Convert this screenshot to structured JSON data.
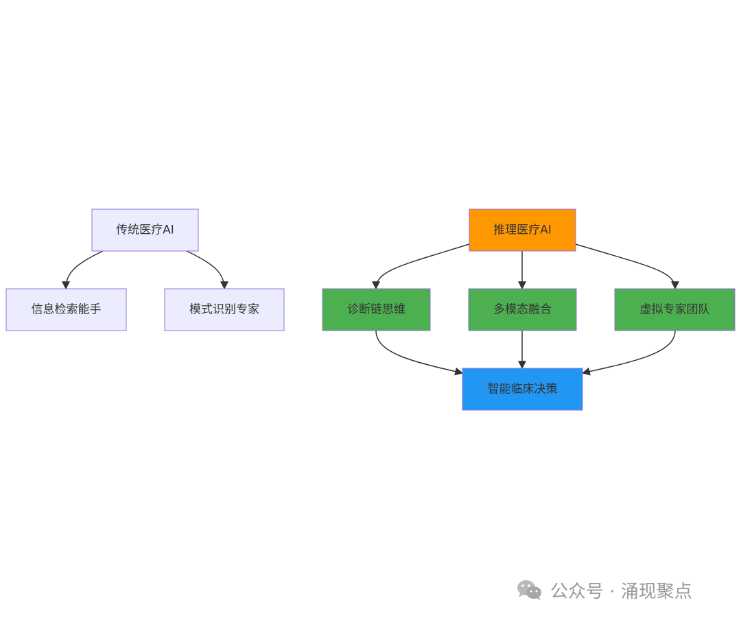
{
  "nodes": {
    "traditional": {
      "label": "传统医疗AI",
      "fill": "#ECECFF"
    },
    "info_retrieval": {
      "label": "信息检索能手",
      "fill": "#ECECFF"
    },
    "pattern_recognition": {
      "label": "模式识别专家",
      "fill": "#ECECFF"
    },
    "reasoning": {
      "label": "推理医疗AI",
      "fill": "#FF9800"
    },
    "diagnostic_chain": {
      "label": "诊断链思维",
      "fill": "#4CAF50"
    },
    "multimodal": {
      "label": "多模态融合",
      "fill": "#4CAF50"
    },
    "virtual_team": {
      "label": "虚拟专家团队",
      "fill": "#4CAF50"
    },
    "clinical_decision": {
      "label": "智能临床决策",
      "fill": "#2196F3"
    }
  },
  "edges": [
    {
      "from": "traditional",
      "to": "info_retrieval"
    },
    {
      "from": "traditional",
      "to": "pattern_recognition"
    },
    {
      "from": "reasoning",
      "to": "diagnostic_chain"
    },
    {
      "from": "reasoning",
      "to": "multimodal"
    },
    {
      "from": "reasoning",
      "to": "virtual_team"
    },
    {
      "from": "diagnostic_chain",
      "to": "clinical_decision"
    },
    {
      "from": "multimodal",
      "to": "clinical_decision"
    },
    {
      "from": "virtual_team",
      "to": "clinical_decision"
    }
  ],
  "watermark": {
    "text": "公众号 · 涌现聚点",
    "icon": "wechat-icon",
    "color": "#9a9a9a"
  }
}
